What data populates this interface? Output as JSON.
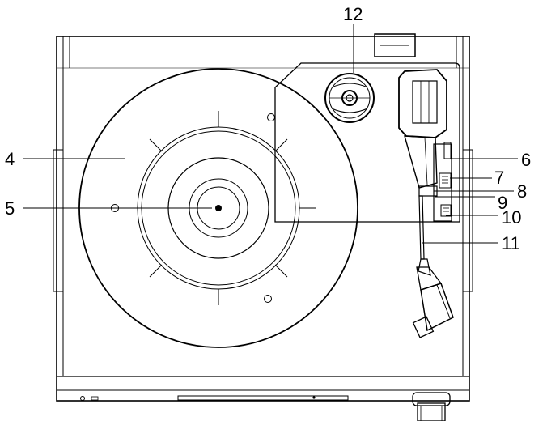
{
  "callouts": {
    "c4": {
      "label": "4",
      "part": "platter"
    },
    "c5": {
      "label": "5",
      "part": "spindle"
    },
    "c6": {
      "label": "6",
      "part": "tonearm-part-6"
    },
    "c7": {
      "label": "7",
      "part": "tonearm-part-7"
    },
    "c8": {
      "label": "8",
      "part": "tonearm-part-8"
    },
    "c9": {
      "label": "9",
      "part": "tonearm-part-9"
    },
    "c10": {
      "label": "10",
      "part": "tonearm-part-10"
    },
    "c11": {
      "label": "11",
      "part": "tonearm"
    },
    "c12": {
      "label": "12",
      "part": "45-rpm-adapter"
    }
  },
  "colors": {
    "line": "#000000",
    "background": "#ffffff"
  }
}
